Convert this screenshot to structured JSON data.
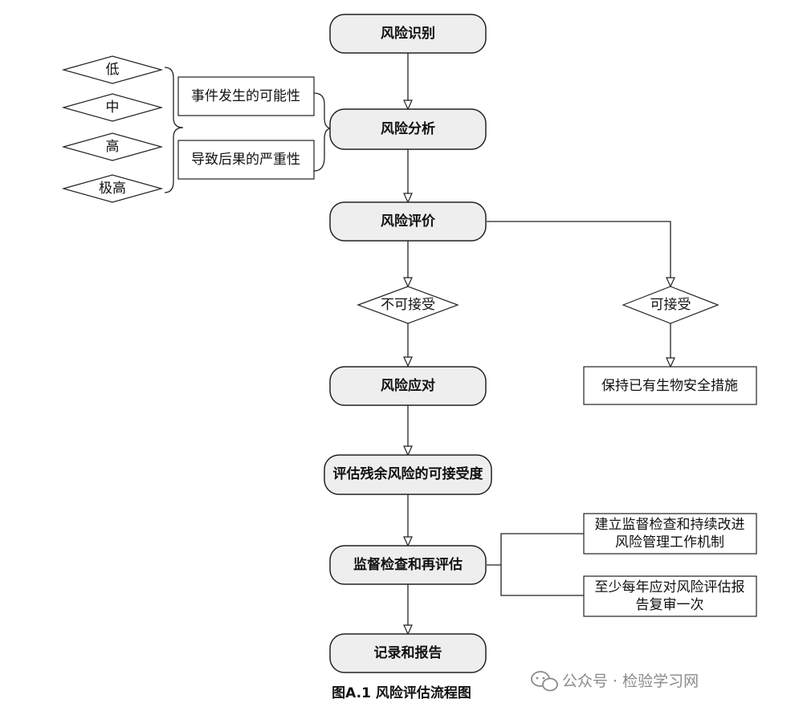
{
  "nodes": {
    "identify": "风险识别",
    "analyze": "风险分析",
    "evaluate": "风险评价",
    "unacceptable": "不可接受",
    "acceptable": "可接受",
    "respond": "风险应对",
    "keep_measures": "保持已有生物安全措施",
    "residual": "评估残余风险的可接受度",
    "monitor": "监督检查和再评估",
    "record": "记录和报告"
  },
  "analysis_factors": {
    "likelihood": "事件发生的可能性",
    "severity": "导致后果的严重性"
  },
  "levels": [
    "低",
    "中",
    "高",
    "极高"
  ],
  "monitor_notes": {
    "note1_line1": "建立监督检查和持续改进",
    "note1_line2": "风险管理工作机制",
    "note2_line1": "至少每年应对风险评估报",
    "note2_line2": "告复审一次"
  },
  "caption": "图A.1 风险评估流程图",
  "watermark": "公众号 · 检验学习网",
  "colors": {
    "pill_fill": "#eeeeee",
    "stroke": "#222222",
    "watermark": "#8a8a8a"
  }
}
